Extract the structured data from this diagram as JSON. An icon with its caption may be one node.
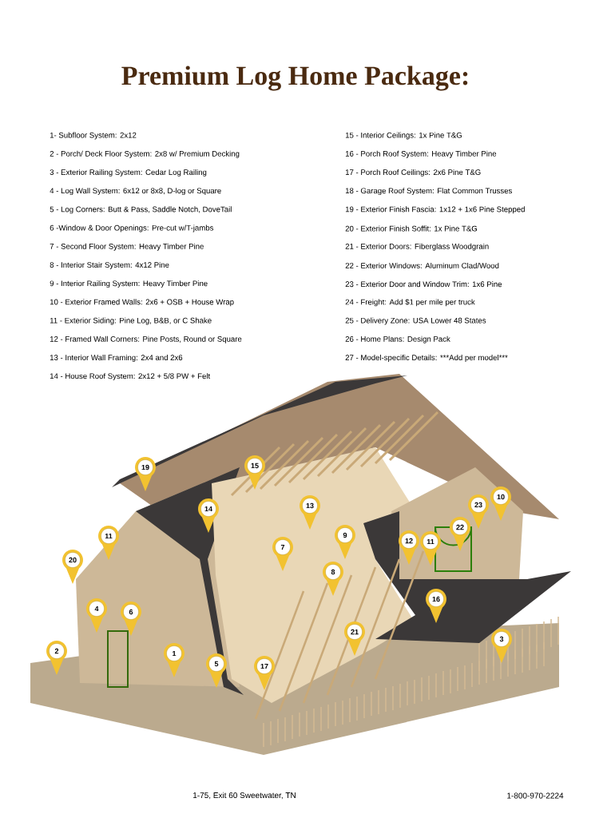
{
  "diagram": {
    "title": "Premium Log Home Package:",
    "labels": [
      "1- Subfloor System: 2x12",
      "2 - Porch/ Deck Floor System: 2x8 w/ Premium Decking",
      "3 - Exterior Railing System: Cedar Log Railing",
      "4 - Log Wall System: 6x12 or 8x8, D-log or Square",
      "5 - Log Corners: Butt & Pass, Saddle Notch, DoveTail",
      "6 -Window & Door Openings: Pre-cut w/T-jambs",
      "7 - Second Floor System: Heavy Timber Pine",
      "8 - Interior Stair System: 4x12 Pine",
      "9 - Interior Railing System: Heavy Timber Pine",
      "10 - Exterior Framed Walls: 2x6 + OSB + House Wrap",
      "11 - Exterior Siding: Pine Log, B&B, or C Shake",
      "12 - Framed Wall Corners: Pine Posts, Round or Square",
      "13 - Interior Wall Framing: 2x4 and 2x6",
      "14 - House Roof System: 2x12 + 5/8 PW + Felt",
      "15 - Interior Ceilings: 1x Pine T&G",
      "16 - Porch Roof System: Heavy Timber Pine",
      "17 - Porch Roof Ceilings: 2x6 Pine T&G",
      "18 - Garage Roof System: Flat Common Trusses",
      "19 - Exterior Finish Fascia: 1x12 + 1x6 Pine Stepped",
      "20 - Exterior Finish Soffit: 1x Pine T&G",
      "21 - Exterior Doors: Fiberglass Woodgrain",
      "22 - Exterior Windows: Aluminum Clad/Wood",
      "23 - Exterior Door and Window Trim: 1x6 Pine",
      "24 - Freight: Add $1 per mile per truck",
      "25 - Delivery Zone: USA Lower 48 States",
      "26 - Home Plans: Design Pack",
      "27 - Model-specific Details: ***Add per model***",
      "19",
      "15",
      "14",
      "13",
      "11",
      "20",
      "7",
      "9",
      "12",
      "11",
      "22",
      "23",
      "10",
      "8",
      "4",
      "6",
      "16",
      "21",
      "3",
      "2",
      "1",
      "5",
      "17",
      "1-75, Exit 60 Sweetwater, TN",
      "1-800-970-2224"
    ]
  }
}
